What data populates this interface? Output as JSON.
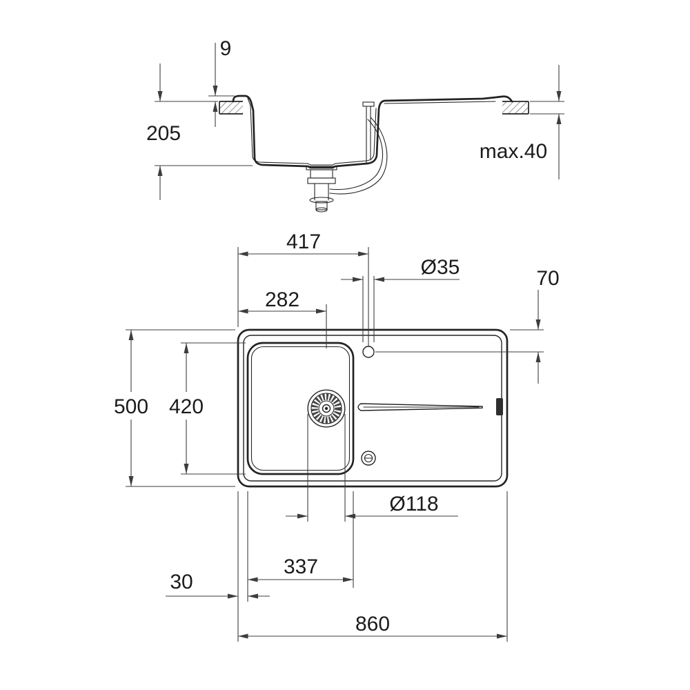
{
  "colors": {
    "background": "#ffffff",
    "line": "#232323",
    "dimension_line": "#3d3d3d",
    "text": "#1b1b1b"
  },
  "section_view": {
    "dims": {
      "rim_height": "9",
      "bowl_depth": "205",
      "counter_thickness": "max.40"
    }
  },
  "plan_view": {
    "dims": {
      "faucet_from_left": "417",
      "faucet_hole_diameter": "Ø35",
      "faucet_from_top": "70",
      "drain_from_left": "282",
      "overall_depth": "500",
      "bowl_inner_depth": "420",
      "drain_diameter": "Ø118",
      "bowl_inner_width": "337",
      "edge_to_bowl": "30",
      "overall_width": "860"
    }
  }
}
